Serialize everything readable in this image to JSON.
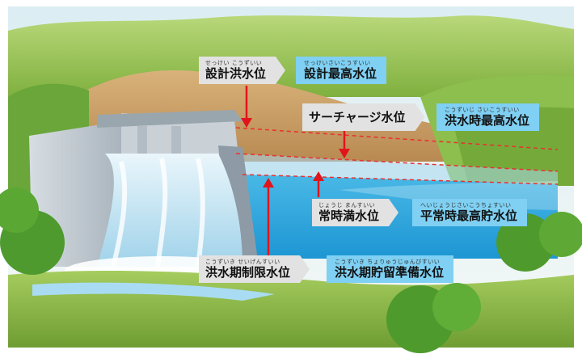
{
  "labels": {
    "design_flood": {
      "ruby": "せっけい こうずいい",
      "text": "設計洪水位"
    },
    "design_max": {
      "ruby": "せっけいさいこうすいい",
      "text": "設計最高水位"
    },
    "surcharge": {
      "ruby": "",
      "text": "サーチャージ水位"
    },
    "flood_max": {
      "ruby": "こうずいじ さいこうすいい",
      "text": "洪水時最高水位"
    },
    "normal_full": {
      "ruby": "じょうじ まんすいい",
      "text": "常時満水位"
    },
    "normal_max_storage": {
      "ruby": "へいじょうじさいこうちょすいい",
      "text": "平常時最高貯水位"
    },
    "flood_limit": {
      "ruby": "こうずいき せいげんすいい",
      "text": "洪水期制限水位"
    },
    "flood_reserve": {
      "ruby": "こうずいき ちょりゅうじゅんびすいい",
      "text": "洪水期貯留準備水位"
    }
  },
  "colors": {
    "arrow": "#e1141c",
    "dashed_line": "#e83030",
    "gray_tag": "#e2e2e2",
    "blue_tag": "#7fd0f3",
    "water": "#2aa9e0",
    "sky": "#e6f3f7"
  }
}
